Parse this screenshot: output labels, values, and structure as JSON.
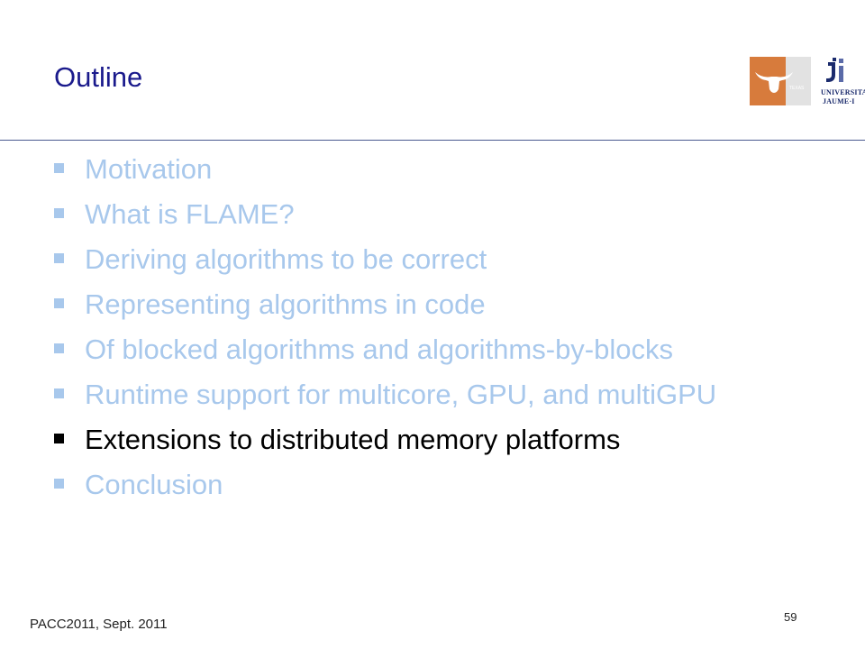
{
  "slide": {
    "title": "Outline",
    "bullets": [
      {
        "text": "Motivation",
        "current": false
      },
      {
        "text": "What is FLAME?",
        "current": false
      },
      {
        "text": "Deriving algorithms to be correct",
        "current": false
      },
      {
        "text": "Representing algorithms in code",
        "current": false
      },
      {
        "text": "Of blocked algorithms and algorithms-by-blocks",
        "current": false
      },
      {
        "text": "Runtime support for multicore, GPU, and multiGPU",
        "current": false
      },
      {
        "text": "Extensions to distributed memory platforms",
        "current": true
      },
      {
        "text": "Conclusion",
        "current": false
      }
    ],
    "footer": {
      "left": "PACC2011, Sept. 2011",
      "page_number": "59"
    },
    "logos": {
      "texas": {
        "icon": "texas-longhorn-logo-icon",
        "label": "TEXAS"
      },
      "uji": {
        "icon": "universitat-jaume-i-logo-icon",
        "line1": "UNIVERSITAT",
        "line2": "JAUME·I"
      }
    },
    "colors": {
      "title": "#1a1a8c",
      "inactive_bullet": "#a8c8ec",
      "active_bullet": "#000000",
      "rule": "#4a5a90",
      "texas_orange": "#d77b3c"
    }
  }
}
